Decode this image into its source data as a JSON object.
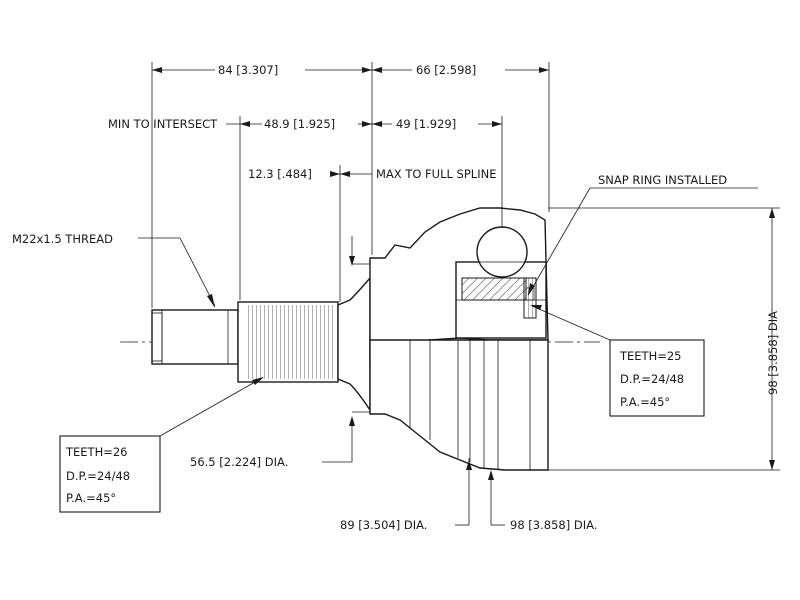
{
  "dimensions": {
    "overall_left": "84 [3.307]",
    "overall_right": "66 [2.598]",
    "min_to_intersect_label": "MIN TO INTERSECT",
    "intersect_left": "48.9 [1.925]",
    "intersect_right": "49 [1.929]",
    "spline_left": "12.3 [.484]",
    "max_to_full_spline_label": "MAX TO FULL SPLINE",
    "thread_label": "M22x1.5 THREAD",
    "snap_ring_label": "SNAP RING INSTALLED",
    "shaft_dia": "56.5 [2.224] DIA.",
    "bell_inner_dia": "89 [3.504] DIA.",
    "bell_outer_dia": "98 [3.858] DIA.",
    "vertical_dia": "98 [3.858] DIA"
  },
  "left_spline": {
    "teeth": "TEETH=26",
    "dp": "D.P.=24/48",
    "pa": "P.A.=45°"
  },
  "right_spline": {
    "teeth": "TEETH=25",
    "dp": "D.P.=24/48",
    "pa": "P.A.=45°"
  }
}
